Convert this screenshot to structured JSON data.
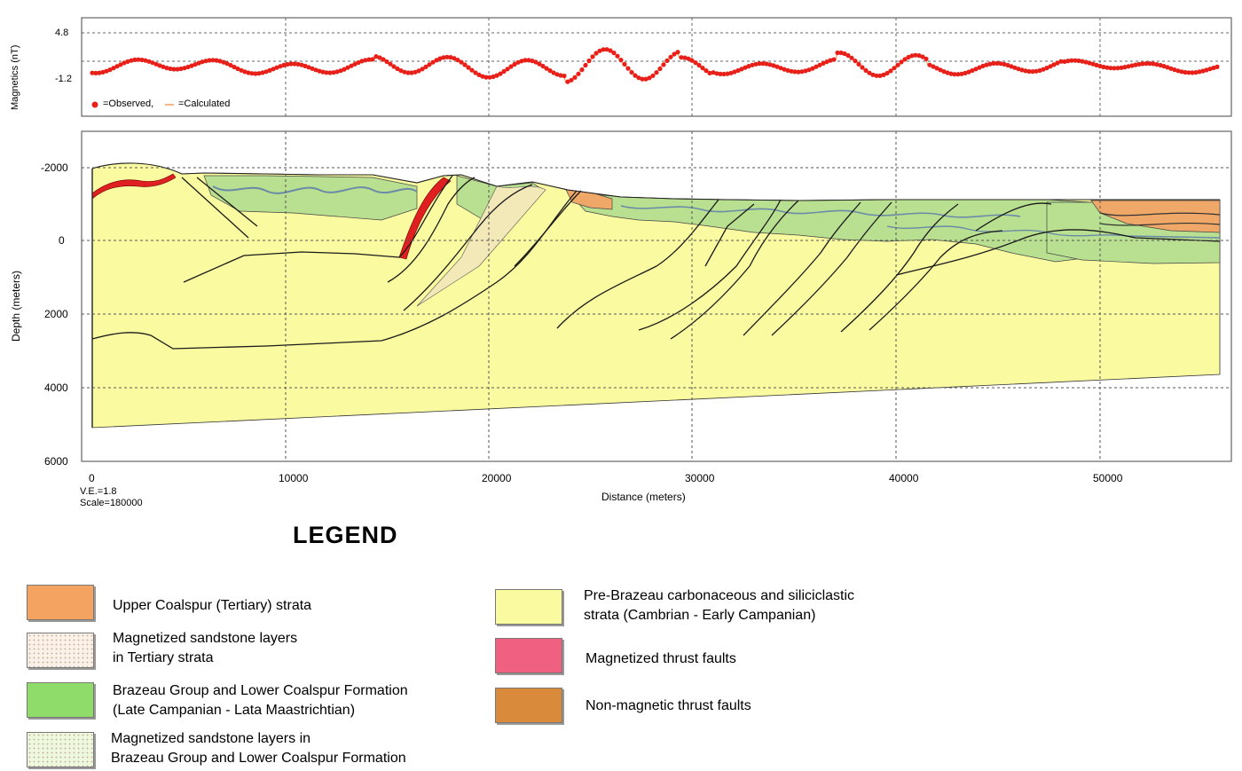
{
  "magnetics_panel": {
    "ylabel": "Magnetics (nT)",
    "yticks": [
      "4.8",
      "-1.2"
    ],
    "observed_label": "=Observed,",
    "calculated_label": "=Calculated"
  },
  "section_panel": {
    "ylabel": "Depth (meters)",
    "xlabel": "Distance (meters)",
    "yticks": [
      "-2000",
      "0",
      "2000",
      "4000",
      "6000"
    ],
    "xticks": [
      "0",
      "10000",
      "20000",
      "30000",
      "40000",
      "50000"
    ],
    "ve_label": "V.E.=1.8",
    "scale_label": "Scale=180000"
  },
  "legend": {
    "title": "LEGEND",
    "items": [
      {
        "id": "upper-coalspur",
        "color": "#f4a460",
        "lines": [
          "Upper Coalspur (Tertiary) strata"
        ]
      },
      {
        "id": "magnetized-sandstone-tertiary",
        "color": "#fbf1e8",
        "lines": [
          "Magnetized sandstone layers",
          "in Tertiary strata"
        ]
      },
      {
        "id": "brazeau-group",
        "color": "#8fdc6a",
        "lines": [
          "Brazeau Group and Lower Coalspur Formation",
          "(Late Campanian - Lata Maastrichtian)"
        ]
      },
      {
        "id": "magnetized-sandstone-brazeau",
        "color": "#eef8df",
        "lines": [
          "Magnetized sandstone layers in",
          "Brazeau Group and Lower Coalspur Formation"
        ]
      },
      {
        "id": "pre-brazeau",
        "color": "#fafaa0",
        "lines": [
          "Pre-Brazeau carbonaceous and siliciclastic",
          "strata (Cambrian - Early Campanian)"
        ]
      },
      {
        "id": "magnetized-thrust-faults",
        "color": "#f06080",
        "lines": [
          "Magnetized thrust faults"
        ]
      },
      {
        "id": "non-magnetic-thrust-faults",
        "color": "#d98a3a",
        "lines": [
          "Non-magnetic thrust faults"
        ]
      }
    ]
  },
  "colors": {
    "observed": "#e8201a",
    "calculated": "#f0a060",
    "pre_brazeau": "#fafaa0",
    "brazeau": "#b8e090",
    "tertiary": "#f0a868",
    "magnetized_fault": "#e02020",
    "fault_line": "#1a1a1a",
    "grid": "#555555"
  }
}
